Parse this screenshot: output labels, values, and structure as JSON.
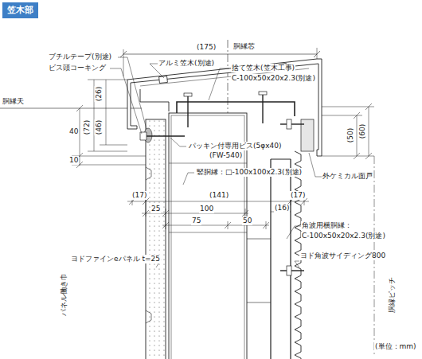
{
  "diagram": {
    "nodes": [
      {
        "text": [
          "笠木部"
        ]
      }
    ],
    "labels": [
      "ブチルテープ(別途)",
      "ビス頭コーキング",
      "アルミ笠木(別途)",
      "捨て笠木(笠木工事)",
      "C-100x50x20x2.3(別途)",
      "胴縁天",
      "胴縁芯",
      "(175)",
      "(26)",
      "(72)",
      "(46)",
      "40",
      "10",
      "(50)",
      "(60)",
      "パッキン付専用ビス(5φx40)",
      "(FW-540)",
      "竪胴縁：□-100x100x2.3(別途)",
      "外ケミカル面戸",
      "(17)",
      "(141)",
      "(17)",
      "25",
      "100",
      "75",
      "50",
      "(16)",
      "角波用横胴縁：",
      "C-100x50x20x2.3(別途)",
      "ヨドファインeパネル t=25",
      "ヨド角波サイディング800",
      "パネル働き巾",
      "胴縁ピッチ",
      "(単位：mm)"
    ]
  }
}
